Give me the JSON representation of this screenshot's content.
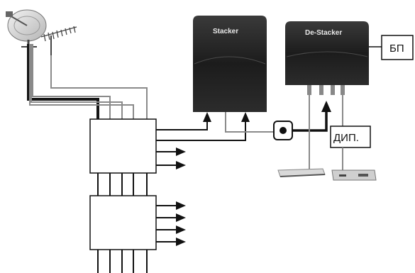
{
  "labels": {
    "stacker": "Stacker",
    "destacker": "De-Stacker",
    "power_supply": "БП",
    "diplexer": "ДИП."
  },
  "icons": {
    "dish": "satellite-dish-icon",
    "antenna": "terrestrial-antenna-icon",
    "receiver": "satellite-receiver-icon",
    "set_top": "set-top-box-icon"
  },
  "colors": {
    "line": "#111111",
    "cable_gray": "#8a8a8a",
    "device": "#1e1e1e"
  }
}
